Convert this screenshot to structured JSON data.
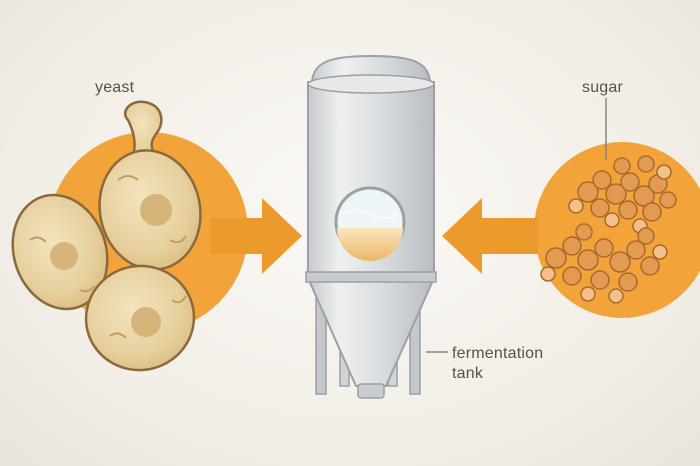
{
  "labels": {
    "yeast": "yeast",
    "sugar": "sugar",
    "tank_line1": "fermentation",
    "tank_line2": "tank"
  },
  "colors": {
    "accent_orange": "#f0a339",
    "arrow_orange": "#ec9a2c",
    "yeast_cell": "#e8d2a0",
    "sugar_molecule": "#e39b52",
    "tank_steel": "#d7dadc",
    "liquid": "#f0c27a"
  },
  "icons": [
    "yeast-cells-icon",
    "sugar-molecules-icon",
    "fermentation-tank-icon",
    "right-arrow-icon",
    "left-arrow-icon"
  ]
}
